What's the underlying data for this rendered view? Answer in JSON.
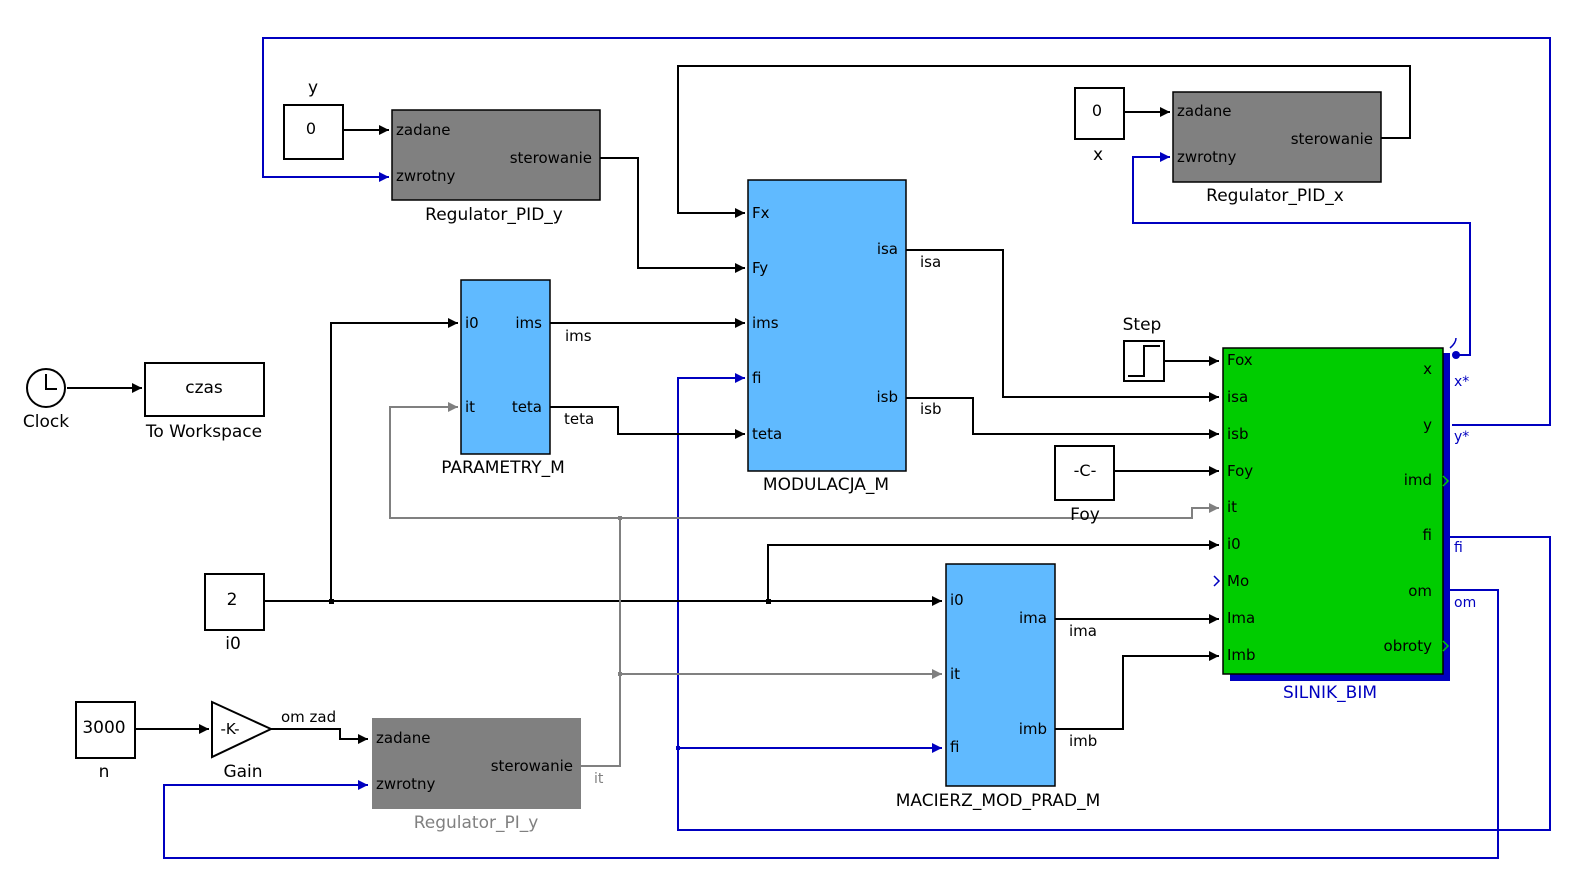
{
  "constants": {
    "y": {
      "label": "y",
      "value": "0"
    },
    "x": {
      "label": "x",
      "value": "0"
    },
    "i0": {
      "label": "i0",
      "value": "2"
    },
    "n": {
      "label": "n",
      "value": "3000"
    },
    "foy": {
      "label": "Foy",
      "value": "-C-"
    }
  },
  "clock": {
    "label": "Clock"
  },
  "to_workspace": {
    "label": "To Workspace",
    "value": "czas"
  },
  "step": {
    "label": "Step"
  },
  "gain": {
    "label": "Gain",
    "value": "-K-"
  },
  "reg_pid_y": {
    "label": "Regulator_PID_y",
    "in1": "zadane",
    "in2": "zwrotny",
    "out": "sterowanie"
  },
  "reg_pid_x": {
    "label": "Regulator_PID_x",
    "in1": "zadane",
    "in2": "zwrotny",
    "out": "sterowanie"
  },
  "reg_pi_y": {
    "label": "Regulator_PI_y",
    "in1": "zadane",
    "in2": "zwrotny",
    "out": "sterowanie"
  },
  "parametry": {
    "label": "PARAMETRY_M",
    "in1": "i0",
    "in2": "it",
    "out1": "ims",
    "out2": "teta"
  },
  "modulacja": {
    "label": "MODULACJA_M",
    "in1": "Fx",
    "in2": "Fy",
    "in3": "ims",
    "in4": "fi",
    "in5": "teta",
    "out1": "isa",
    "out2": "isb"
  },
  "macierz": {
    "label": "MACIERZ_MOD_PRAD_M",
    "in1": "i0",
    "in2": "it",
    "in3": "fi",
    "out1": "ima",
    "out2": "imb"
  },
  "silnik": {
    "label": "SILNIK_BIM",
    "inputs": [
      "Fox",
      "isa",
      "isb",
      "Foy",
      "it",
      "i0",
      "Mo",
      "Ima",
      "Imb"
    ],
    "outputs": [
      "x",
      "y",
      "imd",
      "fi",
      "om",
      "obroty"
    ]
  },
  "signals": {
    "ims": "ims",
    "teta": "teta",
    "isa": "isa",
    "isb": "isb",
    "ima": "ima",
    "imb": "imb",
    "om_zad": "om zad",
    "it": "it",
    "x_star": "x*",
    "y_star": "y*",
    "fi": "fi",
    "om": "om"
  },
  "colors": {
    "black": "#000000",
    "blue": "#0000c0",
    "gray": "#808080",
    "subsystem_blue": "#60baff",
    "subsystem_green": "#00cc00",
    "regulator_gray": "#808080"
  }
}
